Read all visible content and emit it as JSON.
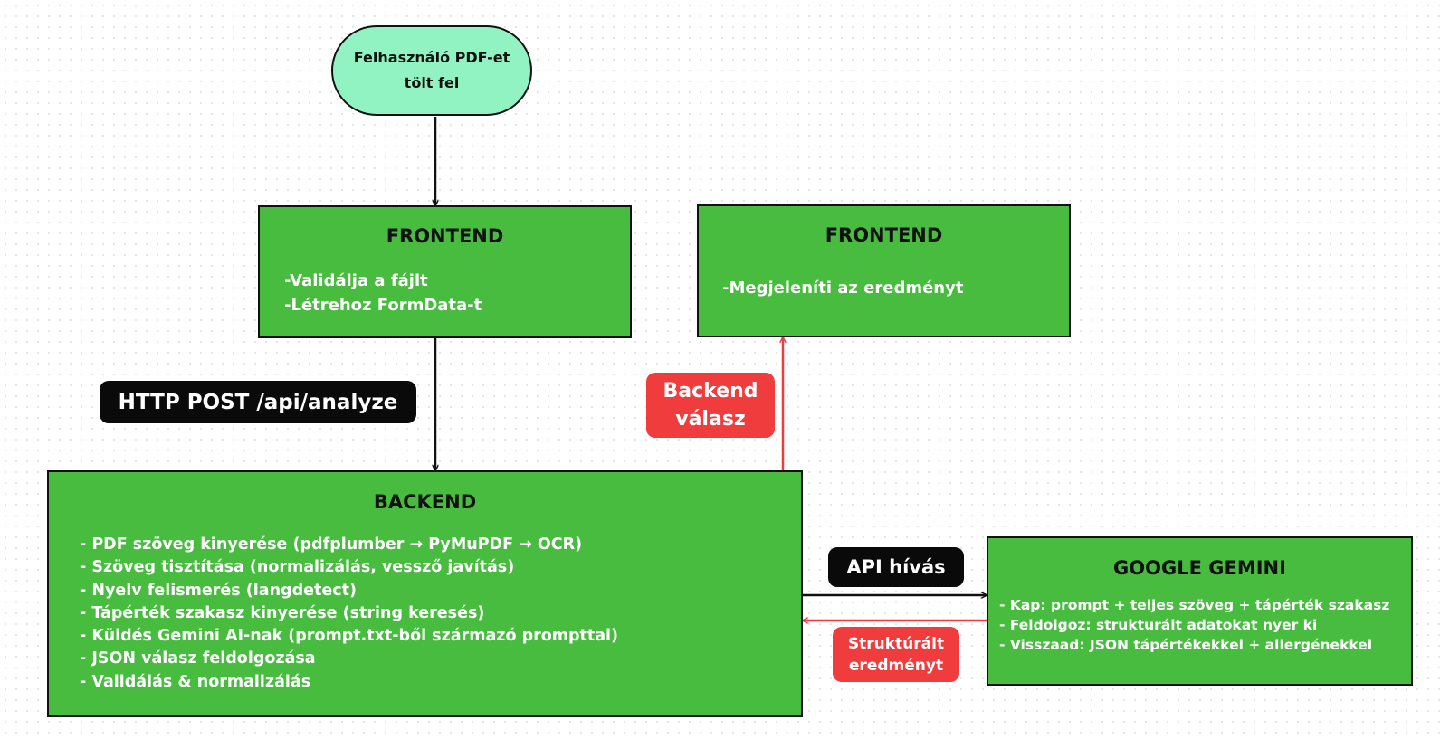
{
  "start": {
    "lines": [
      "Felhasználó PDF-et",
      "tölt fel"
    ]
  },
  "frontend_upload": {
    "title": "FRONTEND",
    "items": [
      "-Validálja a fájlt",
      "-Létrehoz FormData-t"
    ]
  },
  "frontend_display": {
    "title": "FRONTEND",
    "items": [
      "-Megjeleníti az eredményt"
    ]
  },
  "backend": {
    "title": "BACKEND",
    "items": [
      "- PDF szöveg kinyerése (pdfplumber → PyMuPDF → OCR)",
      "- Szöveg tisztítása (normalizálás, vessző javítás)",
      "- Nyelv felismerés (langdetect)",
      "- Tápérték szakasz kinyerése (string keresés)",
      "- Küldés Gemini AI-nak (prompt.txt-ből származó prompttal)",
      "- JSON válasz feldolgozása",
      "- Validálás & normalizálás"
    ]
  },
  "gemini": {
    "title": "GOOGLE GEMINI",
    "items": [
      "- Kap: prompt + teljes szöveg + tápérték szakasz",
      "- Feldolgoz: strukturált adatokat nyer ki",
      "- Visszaad: JSON tápértékekkel + allergénekkel"
    ]
  },
  "labels": {
    "http_post": "HTTP POST /api/analyze",
    "backend_response": [
      "Backend",
      "válasz"
    ],
    "api_call": "API hívás",
    "structured_result": [
      "Struktúrált",
      "eredményt"
    ]
  },
  "colors": {
    "start_fill": "#92f3c2",
    "box_fill": "#47bc3f",
    "box_border": "#111111",
    "label_black": "#0a0a0a",
    "label_red": "#f13c3d",
    "arrow_black": "#111111",
    "arrow_red": "#f13c3d"
  }
}
